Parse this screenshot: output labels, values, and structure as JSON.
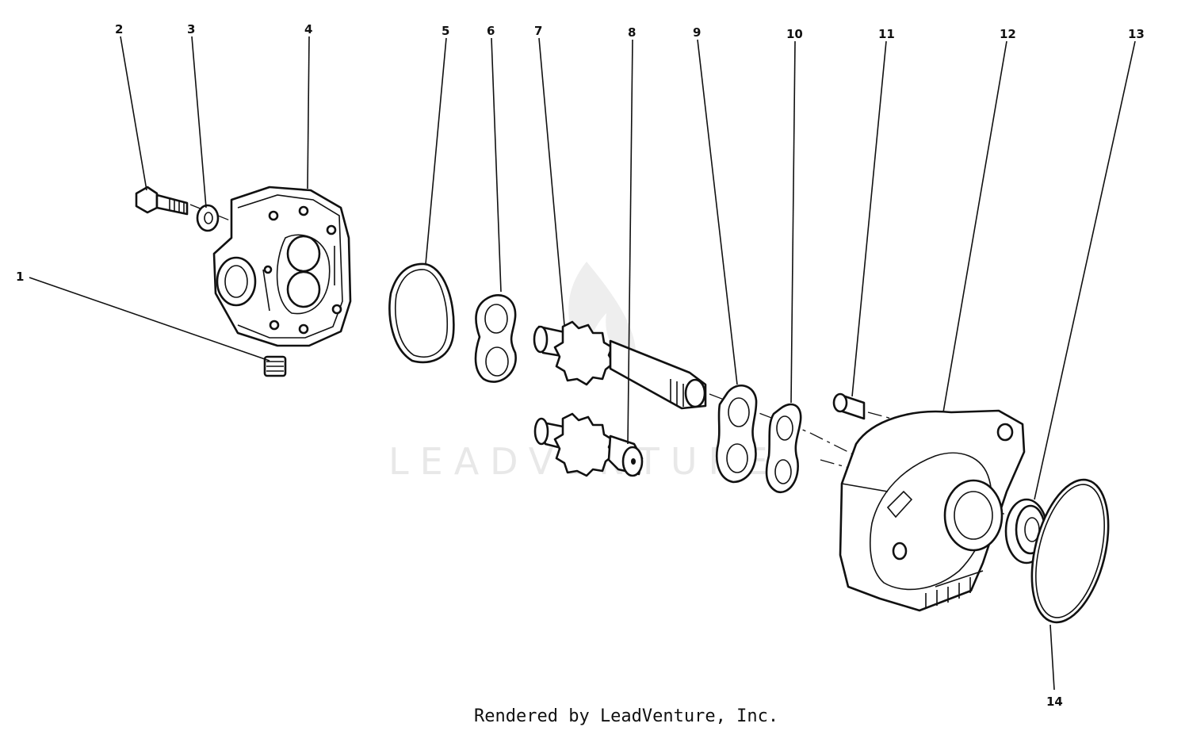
{
  "watermark": {
    "text": "LEADVENTURE"
  },
  "footer": {
    "credit": "Rendered by LeadVenture, Inc."
  },
  "callouts": [
    {
      "id": "1",
      "label": "1"
    },
    {
      "id": "2",
      "label": "2"
    },
    {
      "id": "3",
      "label": "3"
    },
    {
      "id": "4",
      "label": "4"
    },
    {
      "id": "5",
      "label": "5"
    },
    {
      "id": "6",
      "label": "6"
    },
    {
      "id": "7",
      "label": "7"
    },
    {
      "id": "8",
      "label": "8"
    },
    {
      "id": "9",
      "label": "9"
    },
    {
      "id": "10",
      "label": "10"
    },
    {
      "id": "11",
      "label": "11"
    },
    {
      "id": "12",
      "label": "12"
    },
    {
      "id": "13",
      "label": "13"
    },
    {
      "id": "14",
      "label": "14"
    }
  ]
}
